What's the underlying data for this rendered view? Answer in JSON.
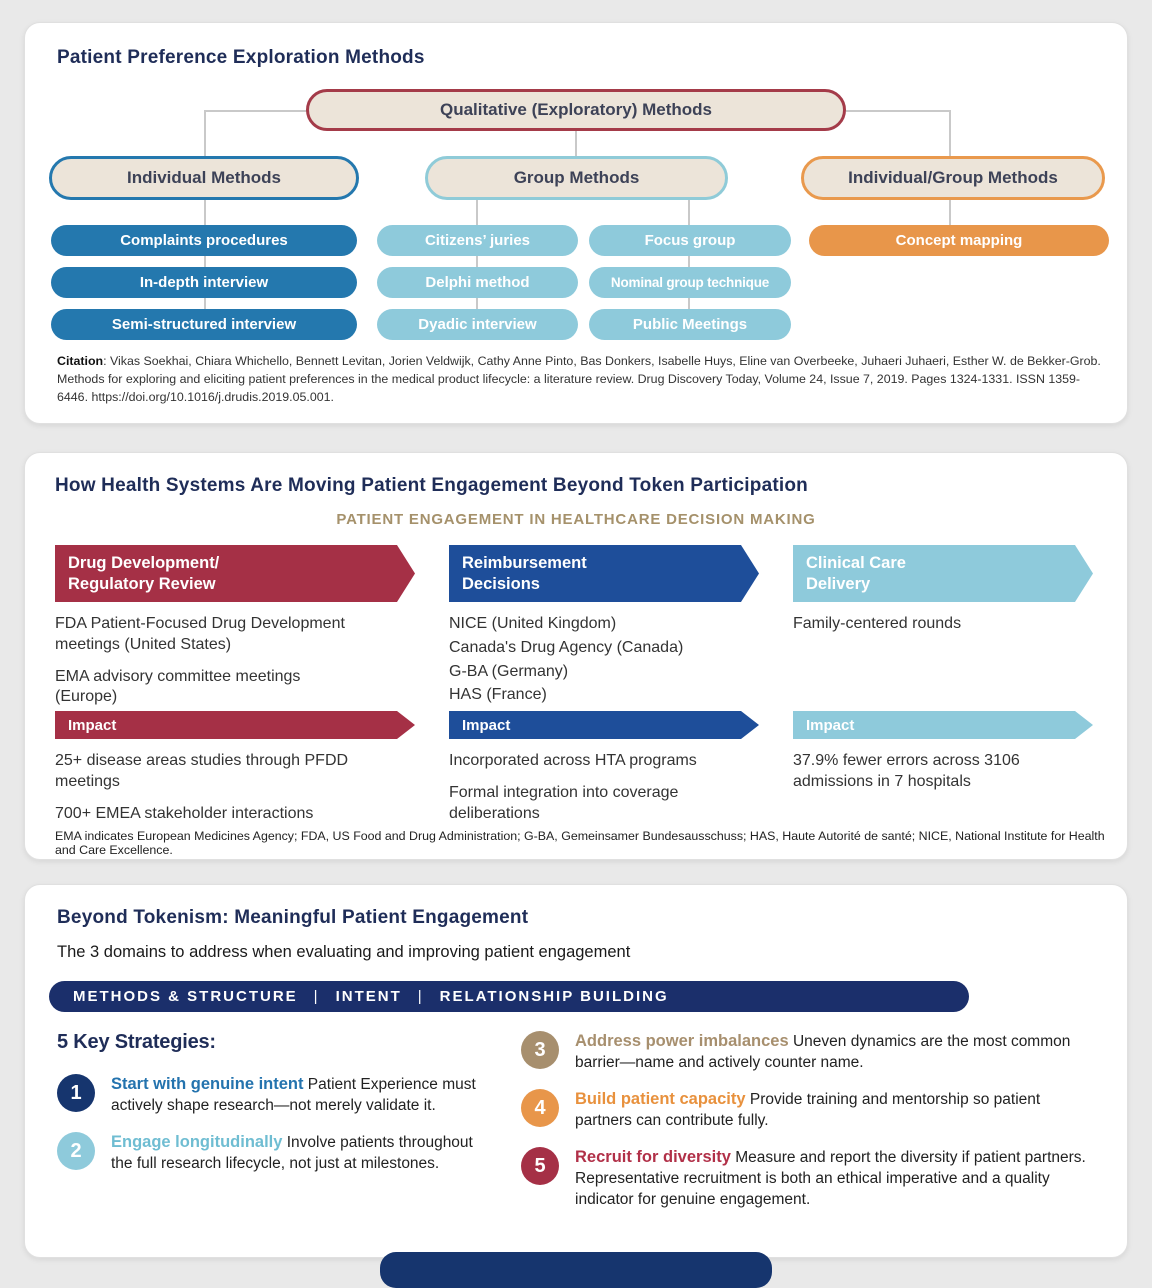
{
  "colors": {
    "navy": "#1b2f6b",
    "dark_red": "#a53046",
    "blue": "#2478ae",
    "reimbursement_blue": "#1e4e9a",
    "light_blue": "#8ecadb",
    "orange": "#e8964a",
    "tan": "#a78f6e",
    "beige": "#ece4d9"
  },
  "panel1": {
    "title": "Patient Preference Exploration Methods",
    "root": "Qualitative (Exploratory) Methods",
    "groups": [
      {
        "label": "Individual Methods",
        "items": [
          "Complaints procedures",
          "In-depth interview",
          "Semi-structured interview"
        ]
      },
      {
        "label": "Group Methods",
        "col1": [
          "Citizens’ juries",
          "Delphi method",
          "Dyadic interview"
        ],
        "col2": [
          "Focus group",
          "Nominal group technique",
          "Public Meetings"
        ]
      },
      {
        "label": "Individual/Group Methods",
        "items": [
          "Concept mapping"
        ]
      }
    ],
    "citation_label": "Citation",
    "citation_text": ": Vikas Soekhai, Chiara Whichello, Bennett Levitan, Jorien Veldwijk, Cathy Anne Pinto, Bas Donkers, Isabelle Huys, Eline van Overbeeke, Juhaeri Juhaeri, Esther W. de Bekker-Grob. Methods for exploring and eliciting patient preferences in the medical product lifecycle: a literature review. Drug Discovery Today, Volume 24, Issue 7, 2019. Pages 1324-1331. ISSN 1359-6446. https://doi.org/10.1016/j.drudis.2019.05.001."
  },
  "panel2": {
    "title": "How Health Systems Are Moving Patient Engagement Beyond Token Participation",
    "subtitle": "PATIENT ENGAGEMENT IN HEALTHCARE DECISION MAKING",
    "columns": [
      {
        "header": "Drug Development/\nRegulatory Review",
        "body": [
          "FDA Patient-Focused Drug Development meetings (United States)",
          "EMA advisory committee meetings (Europe)"
        ],
        "impact_label": "Impact",
        "impact": [
          "25+ disease areas studies through PFDD meetings",
          "700+ EMEA stakeholder interactions"
        ]
      },
      {
        "header": "Reimbursement\nDecisions",
        "body": [
          "NICE (United Kingdom)",
          "Canada's Drug Agency (Canada)",
          "G-BA (Germany)",
          "HAS (France)"
        ],
        "impact_label": "Impact",
        "impact": [
          "Incorporated across HTA programs",
          "Formal integration into coverage deliberations"
        ]
      },
      {
        "header": "Clinical Care\nDelivery",
        "body": [
          "Family-centered rounds"
        ],
        "impact_label": "Impact",
        "impact": [
          "37.9% fewer errors across 3106 admissions in 7 hospitals"
        ]
      }
    ],
    "footnote": "EMA indicates European Medicines Agency; FDA, US Food and Drug Administration; G-BA, Gemeinsamer Bundesausschuss; HAS, Haute Autorité de santé; NICE, National Institute for Health and Care Excellence."
  },
  "panel3": {
    "title": "Beyond Tokenism: Meaningful Patient Engagement",
    "subtitle": "The 3 domains to address when evaluating and improving patient engagement",
    "banner": {
      "parts": [
        "METHODS & STRUCTURE",
        "INTENT",
        "RELATIONSHIP BUILDING"
      ],
      "divider": "|"
    },
    "strategies_heading": "5 Key Strategies:",
    "items": [
      {
        "num": "1",
        "title": "Start with genuine intent",
        "text": " Patient Experience must actively shape research—not merely validate it."
      },
      {
        "num": "2",
        "title": "Engage longitudinally",
        "text": " Involve patients throughout the full research lifecycle, not just at milestones."
      },
      {
        "num": "3",
        "title": "Address power imbalances",
        "text": " Uneven dynamics are the most common barrier—name and actively counter name."
      },
      {
        "num": "4",
        "title": "Build patient capacity",
        "text": " Provide training and mentorship so patient partners can contribute fully."
      },
      {
        "num": "5",
        "title": "Recruit for diversity",
        "text": " Measure and report the diversity if patient partners. Representative recruitment is both an ethical imperative and a quality indicator for genuine engagement."
      }
    ]
  }
}
